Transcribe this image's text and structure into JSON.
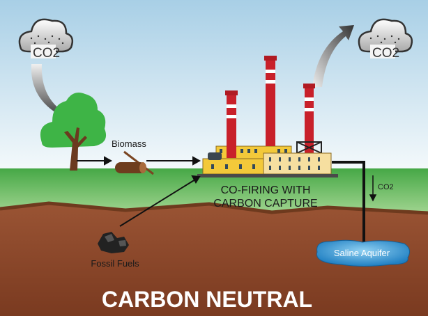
{
  "labels": {
    "co2_left": "CO2",
    "co2_right": "CO2",
    "biomass": "Biomass",
    "plant_line1": "CO-FIRING WITH",
    "plant_line2": "CARBON CAPTURE",
    "co2_down": "CO2",
    "aquifer": "Saline Aquifer",
    "fossil_fuels": "Fossil Fuels",
    "title": "CARBON NEUTRAL"
  },
  "colors": {
    "sky_top": "#a8cfe6",
    "grass": "#4cae4c",
    "soil": "#8a4628",
    "chimney_red": "#c8202a",
    "building_yellow": "#f3c93a",
    "building_cream": "#f6dfa0",
    "aquifer_blue": "#2a8fd0"
  }
}
